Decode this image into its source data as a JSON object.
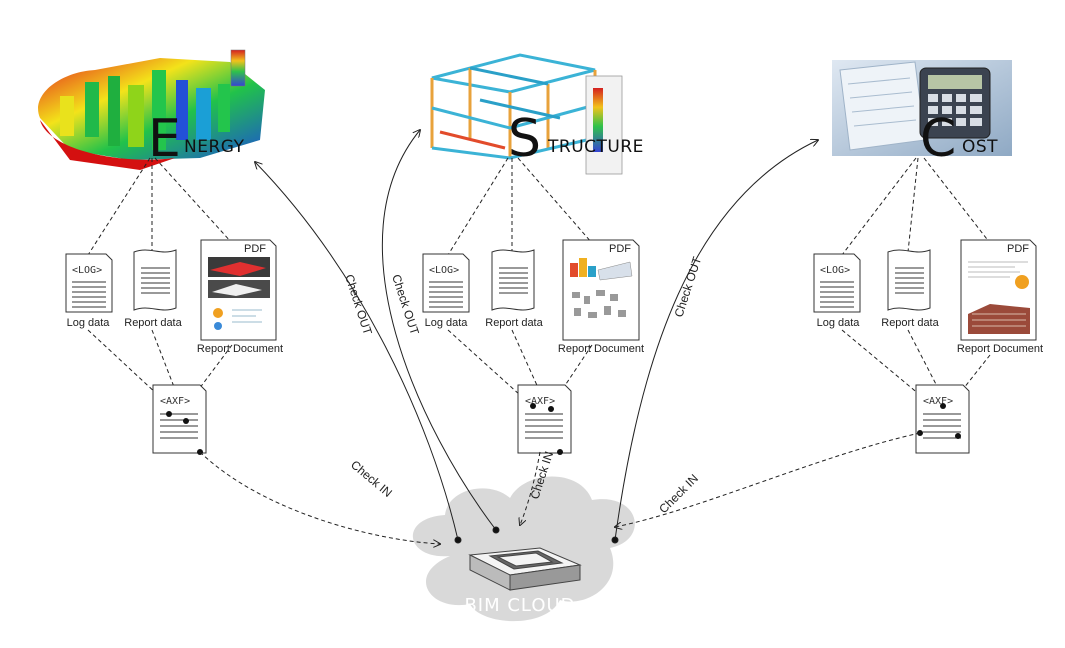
{
  "modules": [
    {
      "id": "energy",
      "big_letter": "E",
      "rest": "NERGY",
      "doc_labels": {
        "log": "Log data",
        "report": "Report data",
        "document": "Report Document"
      }
    },
    {
      "id": "structure",
      "big_letter": "S",
      "rest": "TRUCTURE",
      "doc_labels": {
        "log": "Log data",
        "report": "Report data",
        "document": "Report Document"
      }
    },
    {
      "id": "cost",
      "big_letter": "C",
      "rest": "OST",
      "doc_labels": {
        "log": "Log data",
        "report": "Report data",
        "document": "Report Document"
      }
    }
  ],
  "tags": {
    "log": "<LOG>",
    "axf": "<AXF>",
    "pdf": "PDF"
  },
  "flows": {
    "check_out_1": "Check OUT",
    "check_out_2": "Check OUT",
    "check_out_3": "Check OUT",
    "check_in_1": "Check IN",
    "check_in_2": "Check IN",
    "check_in_3": "Check IN"
  },
  "cloud": {
    "label": "BIM CLOUD"
  },
  "colors": {
    "cloud": "#d9d9d9",
    "line": "#222222"
  }
}
